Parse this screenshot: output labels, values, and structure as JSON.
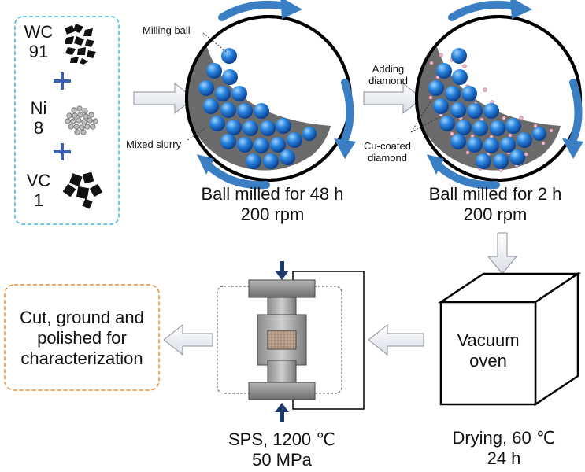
{
  "ingredients": [
    {
      "name": "WC",
      "amount": "91"
    },
    {
      "name": "Ni",
      "amount": "8"
    },
    {
      "name": "VC",
      "amount": "1"
    }
  ],
  "mill1": {
    "ball_label": "Milling ball",
    "slurry_label": "Mixed slurry",
    "caption_line1": "Ball milled for 48 h",
    "caption_line2": "200 rpm"
  },
  "mill2": {
    "adding_line1": "Adding",
    "adding_line2": "diamond",
    "diamond_line1": "Cu-coated",
    "diamond_line2": "diamond",
    "caption_line1": "Ball milled for 2 h",
    "caption_line2": "200 rpm"
  },
  "oven": {
    "label_line1": "Vacuum",
    "label_line2": "oven",
    "caption_line1": "Drying, 60 ℃",
    "caption_line2": "24 h"
  },
  "sps": {
    "caption_line1": "SPS, 1200 ℃",
    "caption_line2": "50 MPa"
  },
  "final": {
    "line1": "Cut, ground and",
    "line2": "polished for",
    "line3": "characterization"
  },
  "colors": {
    "ingredient_box_border": "#3db8e0",
    "final_box_border": "#f08a30",
    "rotation_arrow": "#3a7fc4",
    "ball": "#1e6fd0",
    "slurry": "#6b6b6b",
    "flow_arrow_fill": "#eef0f4",
    "plus": "#3a5fb0"
  }
}
